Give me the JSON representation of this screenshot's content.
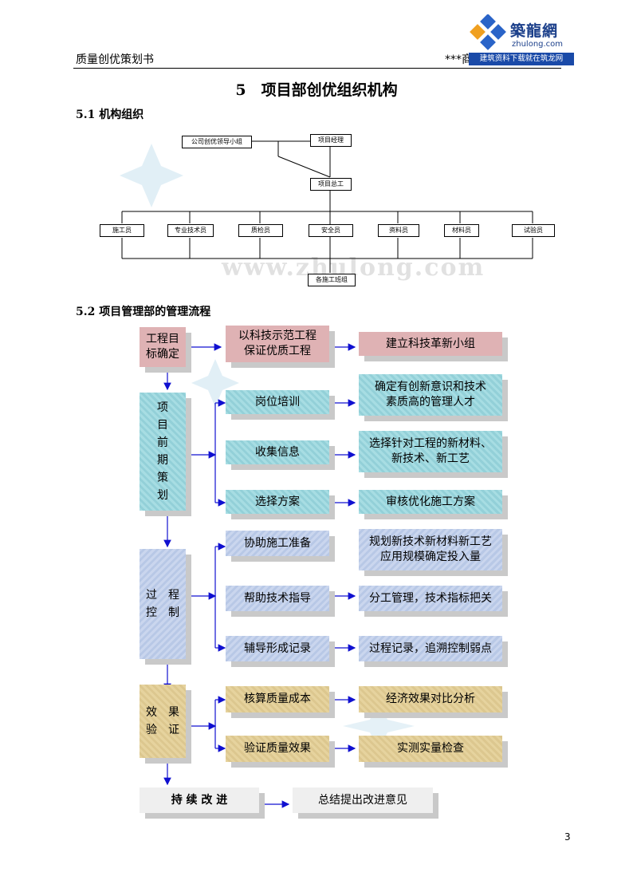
{
  "header": {
    "left": "质量创优策划书",
    "right": "***商",
    "line": true
  },
  "logo": {
    "cn": "築龍網",
    "en": "zhulong.com",
    "bar": "建筑资料下载就在筑龙网"
  },
  "title": "5　项目部创优组织机构",
  "section1": "5.1 机构组织",
  "section2": "5.2 项目管理部的管理流程",
  "org": {
    "leader_group": "公司创优领导小组",
    "manager": "项目经理",
    "chief_engineer": "项目总工",
    "roles": [
      "施工员",
      "专业技术员",
      "质检员",
      "安全员",
      "资料员",
      "材料员",
      "试验员"
    ],
    "teams": "各施工班组"
  },
  "flow": {
    "goal": "工程目标确定",
    "goal_line1": "工程目",
    "goal_line2": "标确定",
    "tech1_line1": "以科技示范工程",
    "tech1_line2": "保证优质工程",
    "innovation": "建立科技革新小组",
    "planning": [
      "项",
      "目",
      "前",
      "期",
      "策",
      "划"
    ],
    "planning_items": [
      "岗位培训",
      "收集信息",
      "选择方案"
    ],
    "planning_results": [
      [
        "确定有创新意识和技术",
        "素质高的管理人才"
      ],
      [
        "选择针对工程的新材料、",
        "新技术、新工艺"
      ],
      [
        "审核优化施工方案"
      ]
    ],
    "process": {
      "row1": "过　程",
      "row2": "控　制"
    },
    "process_items": [
      "协助施工准备",
      "帮助技术指导",
      "辅导形成记录"
    ],
    "process_results": [
      [
        "规划新技术新材料新工艺",
        "应用规模确定投入量"
      ],
      [
        "分工管理，技术指标把关"
      ],
      [
        "过程记录，追溯控制弱点"
      ]
    ],
    "verify": {
      "row1": "效　果",
      "row2": "验　证"
    },
    "verify_items": [
      "核算质量成本",
      "验证质量效果"
    ],
    "verify_results": [
      "经济效果对比分析",
      "实测实量检查"
    ],
    "improve": "持 续 改 进",
    "summary": "总结提出改进意见"
  },
  "watermark": "www.zhulong.com",
  "page_number": "3",
  "colors": {
    "pink": "#dfb2b4",
    "teal": "#a7dde3",
    "blue": "#cad6ee",
    "tan": "#e6d39e",
    "grey": "#efefef",
    "arrow": "#1010d0"
  }
}
